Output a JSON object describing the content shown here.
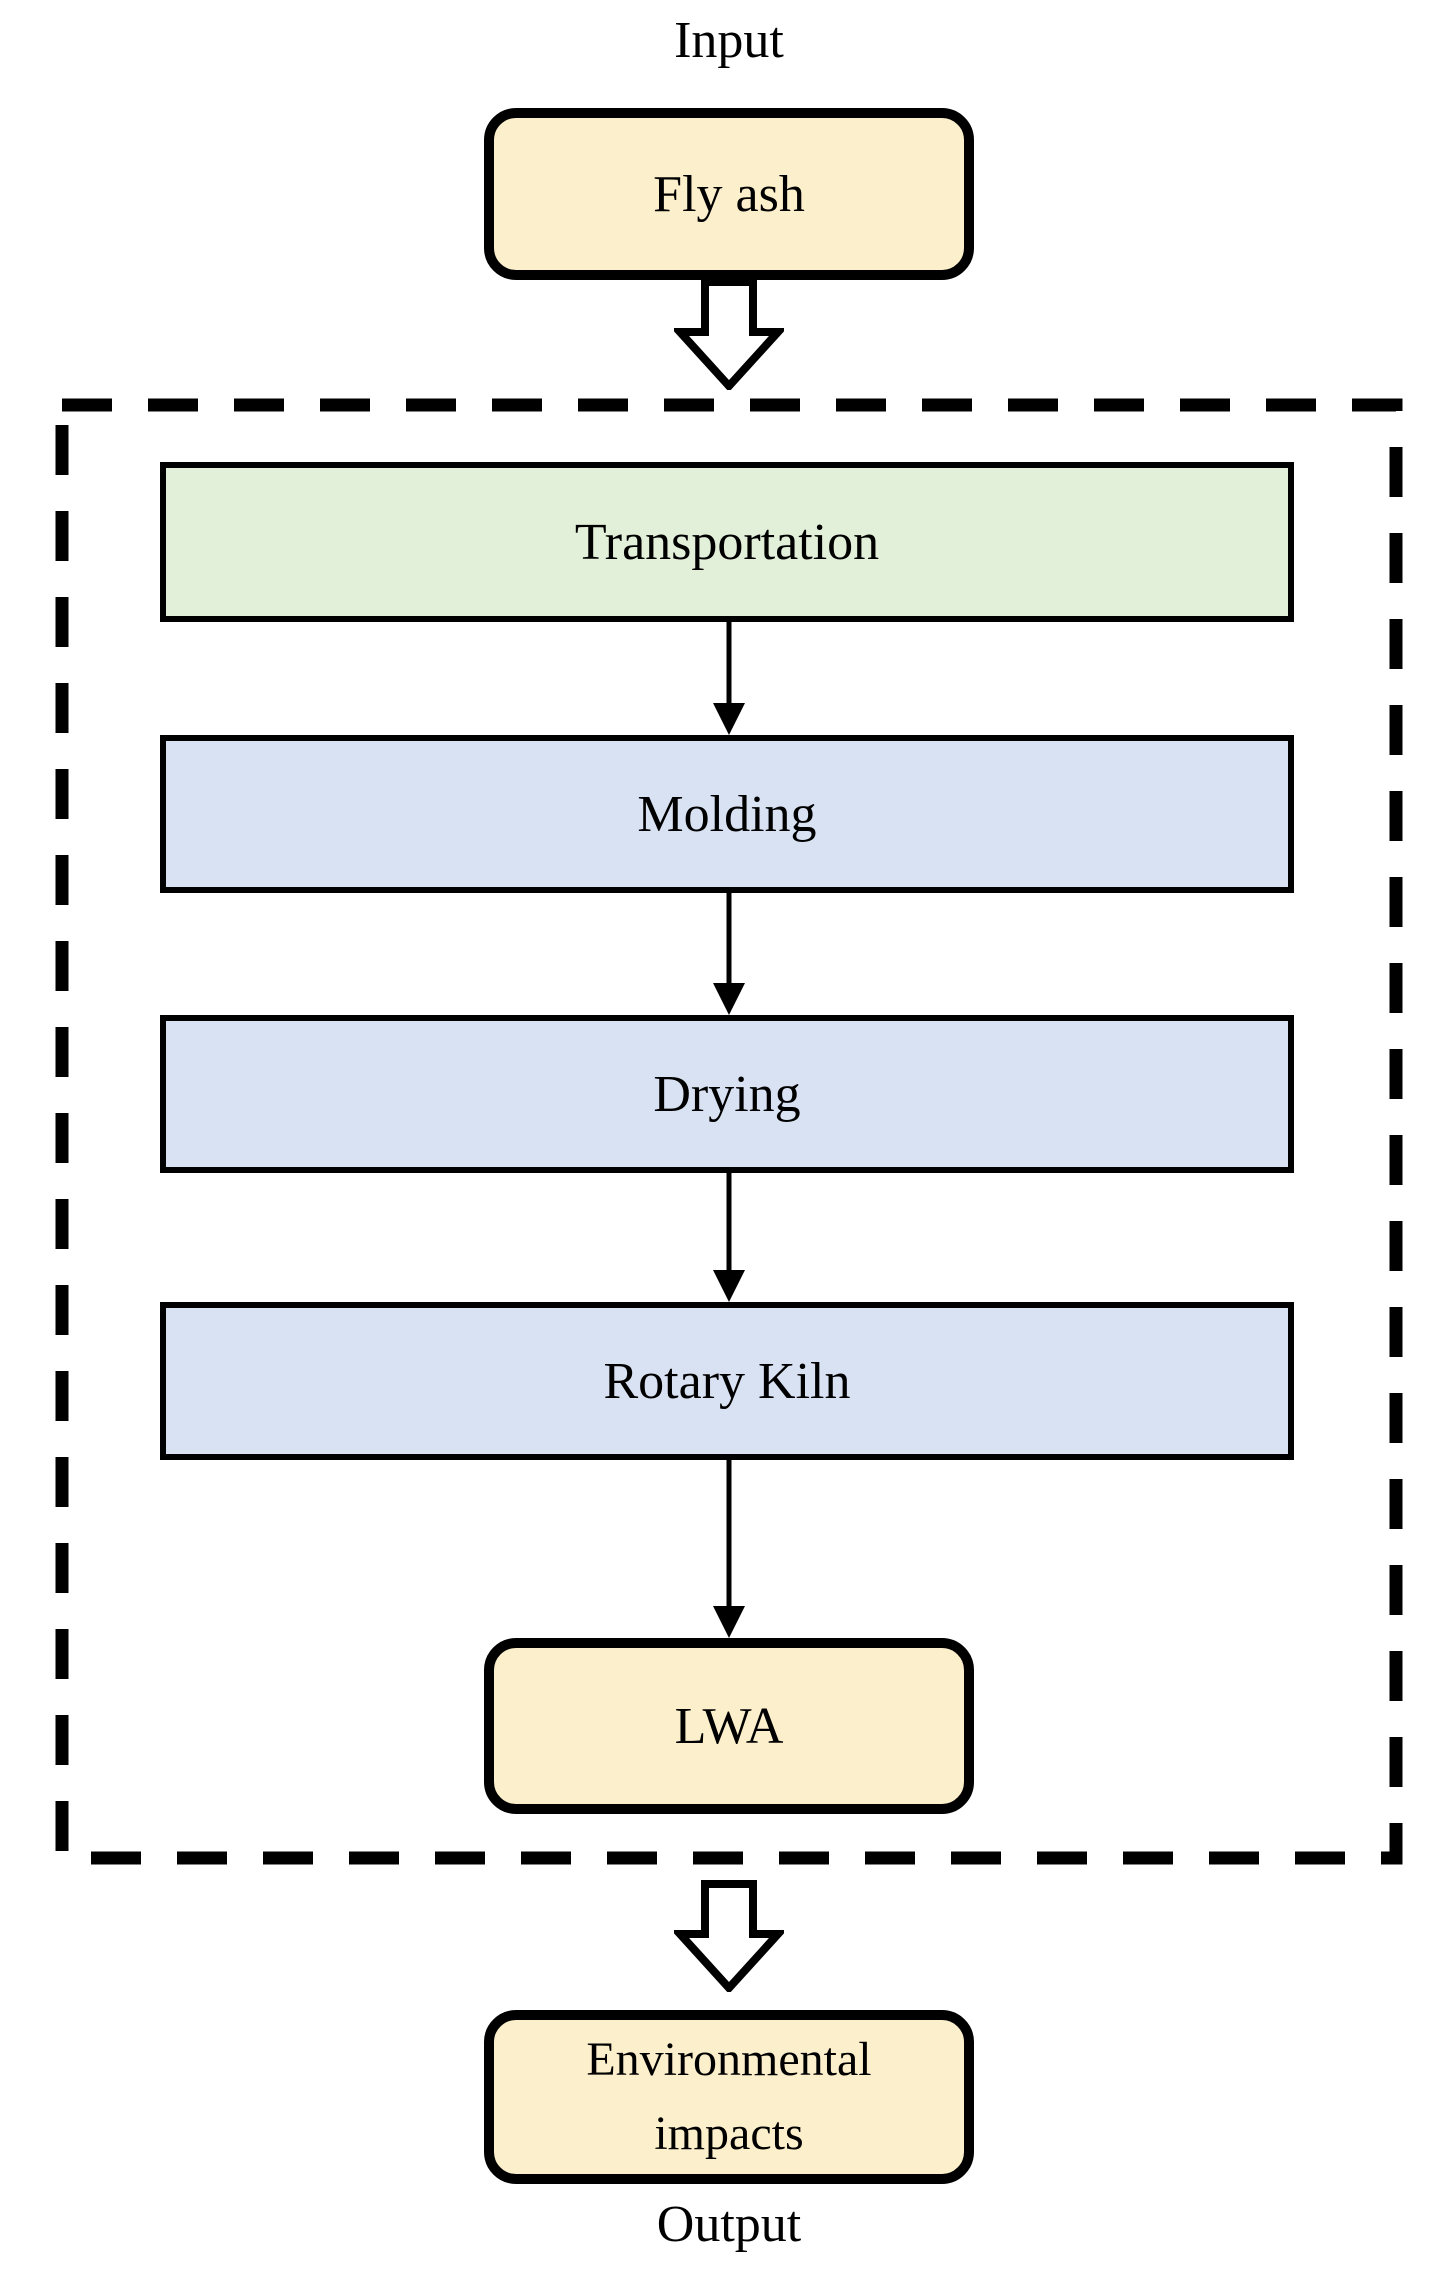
{
  "diagram": {
    "title_hint": "Fly ash LWA production flow",
    "input_label": "Input",
    "output_label": "Output",
    "nodes": {
      "fly_ash": {
        "label": "Fly ash",
        "fill": "#FCEFCB"
      },
      "transportation": {
        "label": "Transportation",
        "fill": "#E2EFD9"
      },
      "molding": {
        "label": "Molding",
        "fill": "#D9E2F3"
      },
      "drying": {
        "label": "Drying",
        "fill": "#D9E2F3"
      },
      "rotary_kiln": {
        "label": "Rotary Kiln",
        "fill": "#D9E2F3"
      },
      "lwa": {
        "label": "LWA",
        "fill": "#FCEFCB"
      },
      "environmental_impacts": {
        "label": "Environmental impacts",
        "fill": "#FCEFCB"
      }
    },
    "colors": {
      "outline": "#000000",
      "text": "#000000",
      "boundary_dash": "#000000",
      "block_arrow_fill": "#ffffff",
      "yellow_node": "#FCEFCB",
      "green_node": "#E2EFD9",
      "blue_node": "#D9E2F3",
      "background": "#ffffff"
    }
  }
}
